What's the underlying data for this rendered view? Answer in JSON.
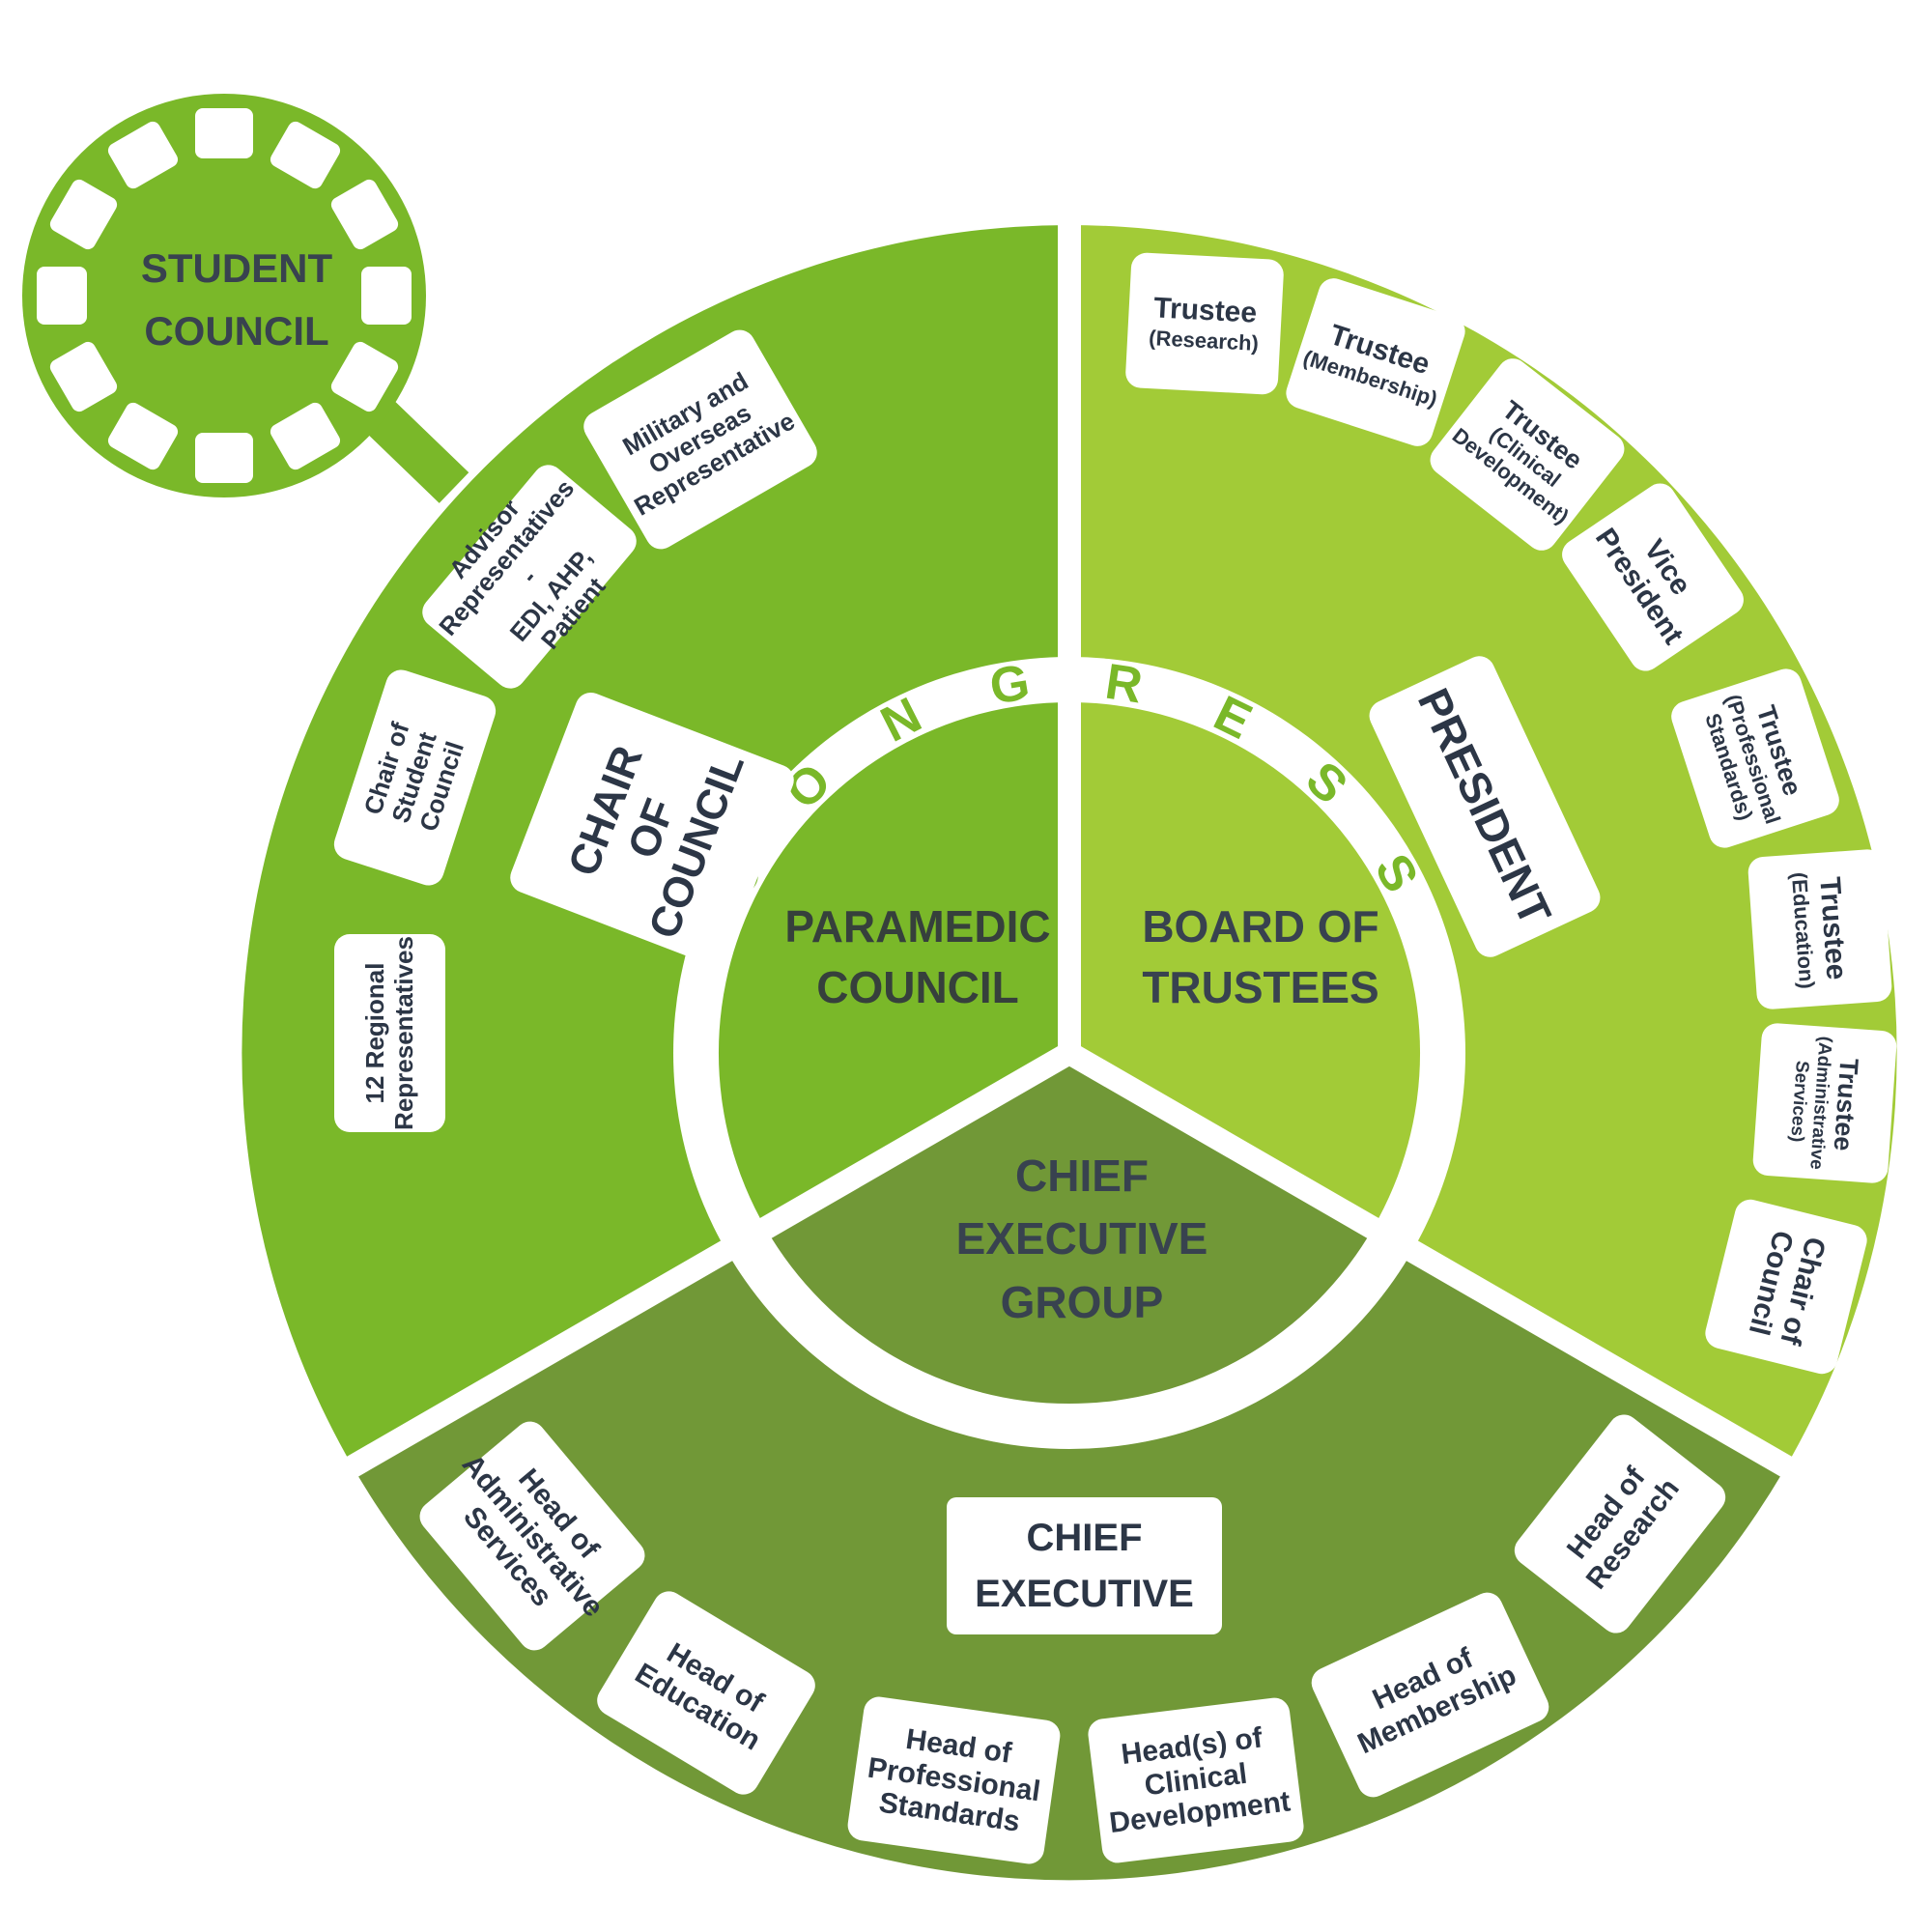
{
  "colors": {
    "left": "#7ab829",
    "right": "#a2cb37",
    "bottom": "#719837",
    "inner_left": "#7ab829",
    "inner_right": "#a2cb37",
    "inner_bottom": "#719837",
    "student": "#7ab829",
    "congress_text": "#7ab829",
    "text_dark": "#38424f"
  },
  "congress": {
    "letters": [
      "C",
      "O",
      "N",
      "G",
      "R",
      "E",
      "S",
      "S"
    ]
  },
  "sections": {
    "paramedic_council": {
      "line1": "PARAMEDIC",
      "line2": "COUNCIL"
    },
    "board_of_trustees": {
      "line1": "BOARD OF",
      "line2": "TRUSTEES"
    },
    "chief_executive_group": {
      "line1": "CHIEF",
      "line2": "EXECUTIVE",
      "line3": "GROUP"
    }
  },
  "student_council": {
    "line1": "STUDENT",
    "line2": "COUNCIL"
  },
  "left_members": {
    "chair_of_council": {
      "line1": "CHAIR OF",
      "line2": "COUNCIL"
    },
    "military": {
      "line1": "Military and",
      "line2": "Overseas",
      "line3": "Representative"
    },
    "advisor": {
      "line1": "Advisor",
      "line2": "Representatives -",
      "line3": "EDI, AHP, Patient"
    },
    "chair_student": {
      "line1": "Chair of",
      "line2": "Student Council"
    },
    "regional": {
      "line1": "12 Regional",
      "line2": "Representatives"
    }
  },
  "right_members": {
    "president": "PRESIDENT",
    "trustee_research": {
      "title": "Trustee",
      "sub": "(Research)"
    },
    "trustee_membership": {
      "title": "Trustee",
      "sub": "(Membership)"
    },
    "trustee_clinical": {
      "title": "Trustee",
      "sub1": "(Clinical",
      "sub2": "Development)"
    },
    "vice_president": {
      "line1": "Vice",
      "line2": "President"
    },
    "trustee_professional": {
      "title": "Trustee",
      "sub1": "(Professional",
      "sub2": "Standards)"
    },
    "trustee_education": {
      "title": "Trustee",
      "sub": "(Education)"
    },
    "trustee_admin": {
      "title": "Trustee",
      "sub1": "(Administrative",
      "sub2": "Services)"
    },
    "chair_of_council": {
      "line1": "Chair of",
      "line2": "Council"
    }
  },
  "bottom_members": {
    "chief_executive": {
      "line1": "CHIEF",
      "line2": "EXECUTIVE"
    },
    "head_admin": {
      "line1": "Head of",
      "line2": "Administrative",
      "line3": "Services"
    },
    "head_education": {
      "line1": "Head of",
      "line2": "Education"
    },
    "head_professional": {
      "line1": "Head of",
      "line2": "Professional",
      "line3": "Standards"
    },
    "head_clinical": {
      "line1": "Head(s) of",
      "line2": "Clinical",
      "line3": "Development"
    },
    "head_membership": {
      "line1": "Head of",
      "line2": "Membership"
    },
    "head_research": {
      "line1": "Head of",
      "line2": "Research"
    }
  }
}
